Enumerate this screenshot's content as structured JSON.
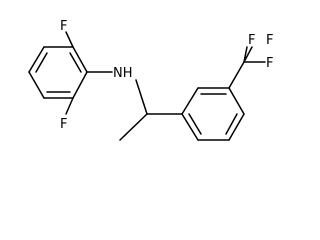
{
  "molecule": {
    "atoms": {
      "f_top": "F",
      "f_bottom": "F",
      "nh": "NH",
      "cf3_f_top": "F",
      "cf3_f_right": "F",
      "cf3_f_mid": "F"
    },
    "colors": {
      "bond": "#000000",
      "label": "#000000",
      "background": "#ffffff"
    }
  }
}
